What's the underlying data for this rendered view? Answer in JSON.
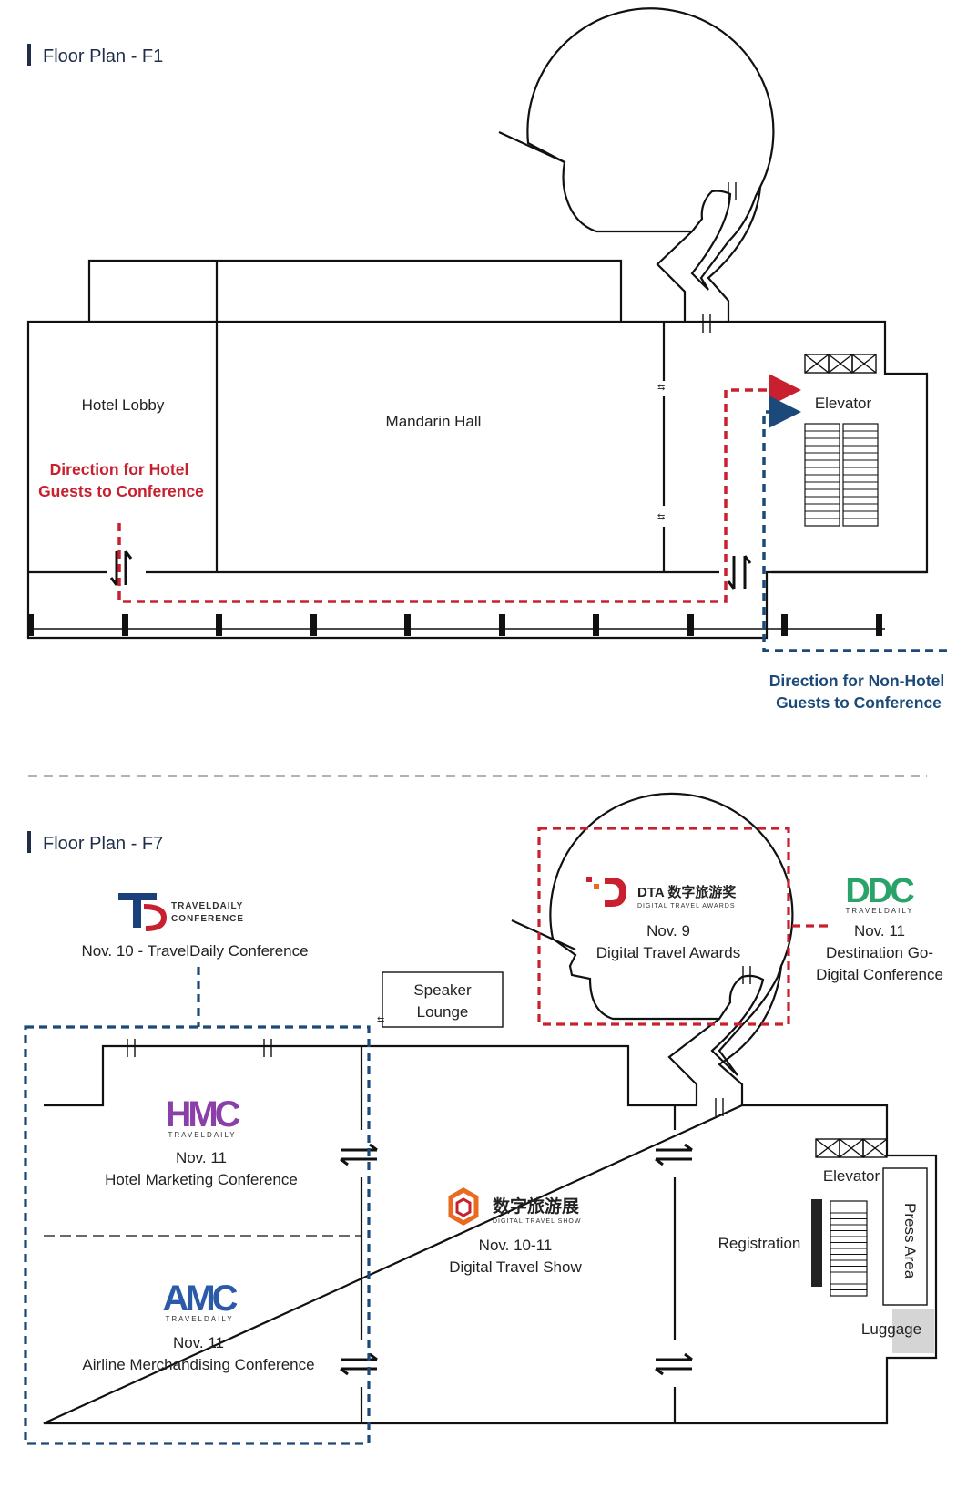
{
  "floor1": {
    "title": "Floor Plan - F1",
    "rooms": {
      "hotel_lobby": "Hotel Lobby",
      "mandarin_hall": "Mandarin Hall",
      "elevator": "Elevator"
    },
    "hotel_guest_direction": [
      "Direction for Hotel",
      "Guests to Conference"
    ],
    "non_hotel_guest_direction": [
      "Direction for Non-Hotel",
      "Guests to Conference"
    ]
  },
  "floor7": {
    "title": "Floor Plan - F7",
    "speaker_lounge": [
      "Speaker",
      "Lounge"
    ],
    "elevator": "Elevator",
    "registration": "Registration",
    "press_area": "Press Area",
    "luggage": "Luggage",
    "events": {
      "traveldaily": {
        "logo_line1": "TRAVELDAILY",
        "logo_line2": "CONFERENCE",
        "label": "Nov.  10 - TravelDaily Conference"
      },
      "dta": {
        "logo_text": "DTA 数字旅游奖",
        "logo_sub": "DIGITAL TRAVEL AWARDS",
        "date": "Nov.  9",
        "name": "Digital Travel Awards"
      },
      "ddc": {
        "logo_text": "DDC",
        "logo_sub": "TRAVELDAILY",
        "date": "Nov.  11",
        "name_line1": "Destination Go-",
        "name_line2": "Digital Conference"
      },
      "hmc": {
        "logo_text": "HMC",
        "logo_sub": "TRAVELDAILY",
        "date": "Nov.  11",
        "name": "Hotel Marketing Conference"
      },
      "amc": {
        "logo_text": "AMC",
        "logo_sub": "TRAVELDAILY",
        "date": "Nov.  11",
        "name": "Airline Merchandising Conference"
      },
      "dts": {
        "logo_text": "数字旅游展",
        "logo_sub": "DIGITAL TRAVEL SHOW",
        "date": "Nov.  10-11",
        "name": "Digital Travel Show"
      }
    }
  },
  "colors": {
    "hotel_route": "#c8202f",
    "non_hotel_route": "#1b4a7a",
    "title_bar": "#1f2d4a",
    "hmc_purple": "#8b3fa8",
    "amc_blue": "#2a5aa8",
    "ddc_green": "#2aa36b",
    "dts_orange": "#ea6a1f"
  }
}
